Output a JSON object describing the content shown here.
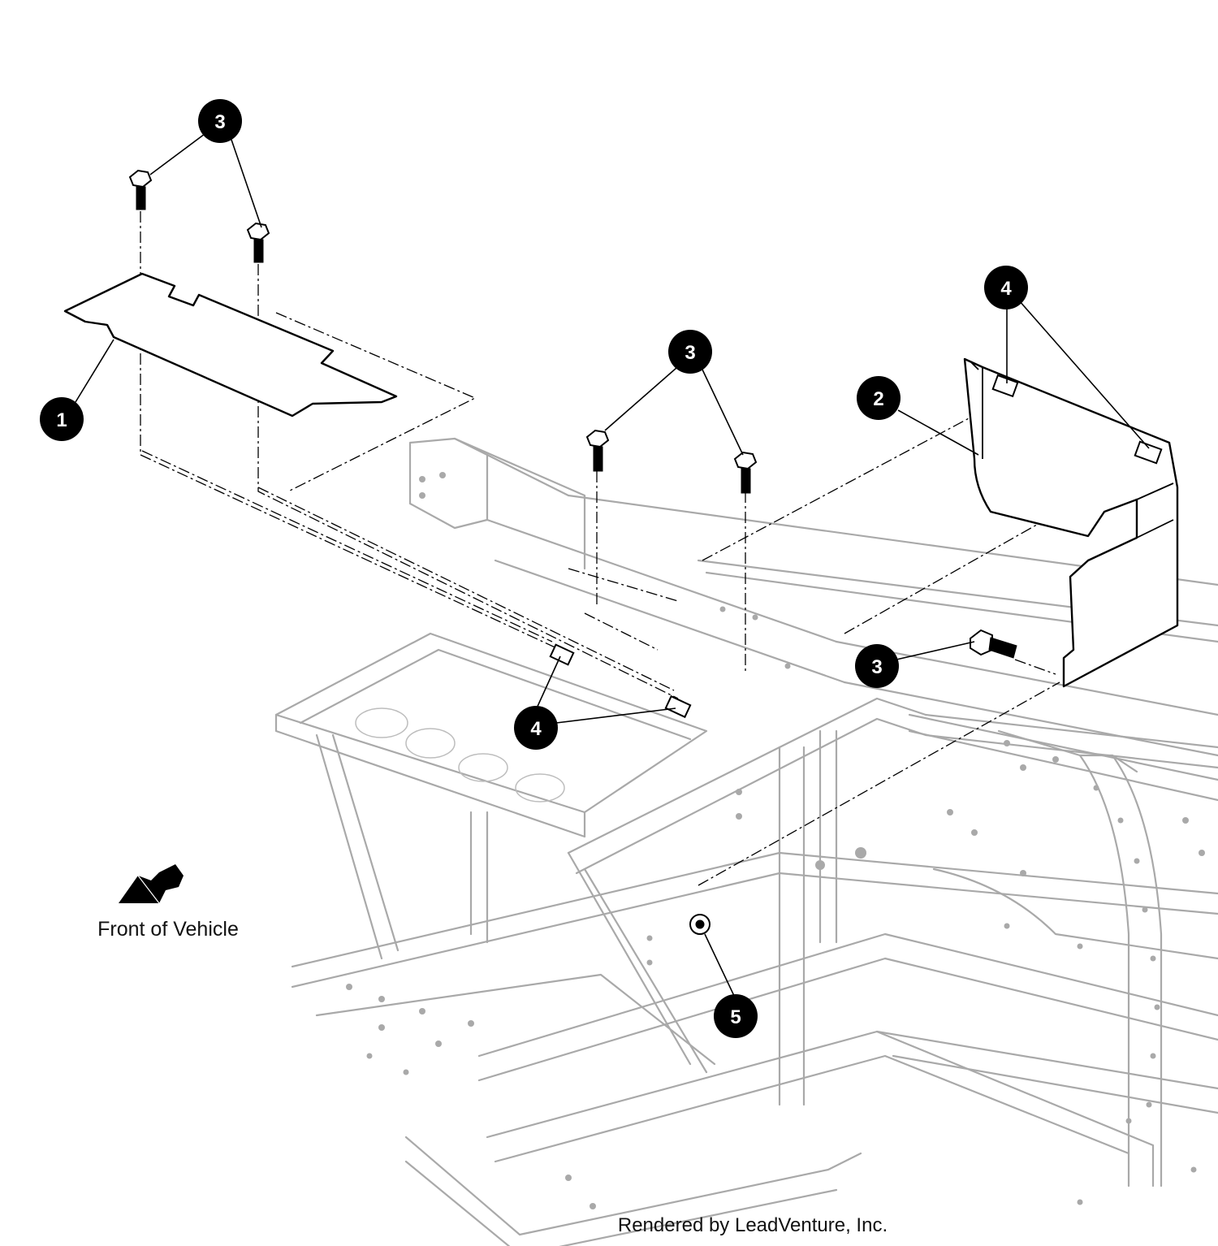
{
  "callouts": {
    "c1": "1",
    "c2": "2",
    "c3a": "3",
    "c3b": "3",
    "c3c": "3",
    "c4a": "4",
    "c4b": "4",
    "c5": "5"
  },
  "front_label": "Front of Vehicle",
  "credit": "Rendered by LeadVenture, Inc.",
  "icons": {
    "front": "front-direction-arrow-icon"
  }
}
